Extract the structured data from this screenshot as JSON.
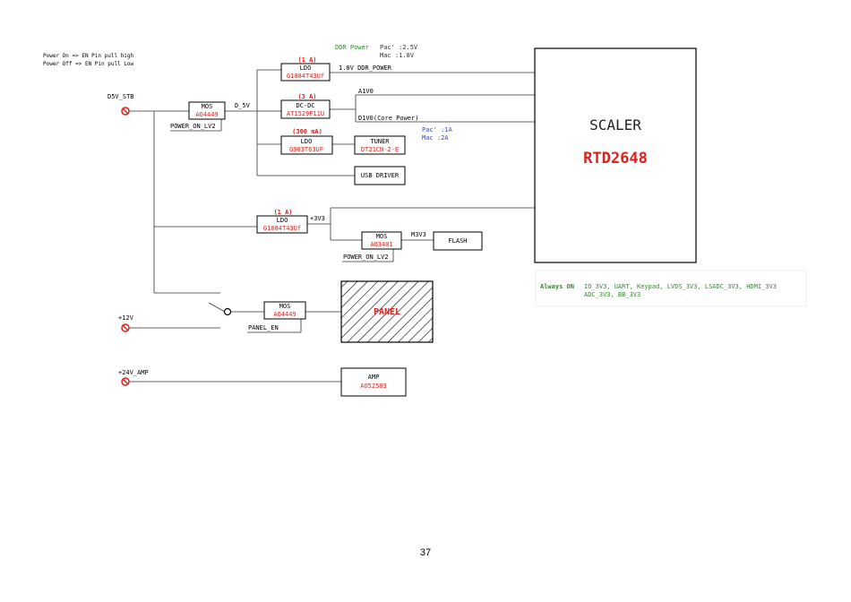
{
  "notes": {
    "power_on": "Power On => EN Pin pull high",
    "power_off": "Power Off => EN Pin pull Low"
  },
  "rails": {
    "d5v_stb": "D5V_STB",
    "d_5v": "D_5V",
    "p12v": "+12V",
    "p24v_amp": "+24V_AMP",
    "p3v3": "+3V3",
    "m3v3": "M3V3",
    "a1v0": "A1V0",
    "d1v0": "D1V0(Core Power)",
    "ddr_power_net": "1.8V DDR_POWER"
  },
  "ddr_note": {
    "label": "DDR Power",
    "line1": "Pac' :2.5V",
    "line2": "Mac :1.8V"
  },
  "core_note": {
    "line1": "Pac' :1A",
    "line2": "Mac :2A"
  },
  "blocks": {
    "mos_main": {
      "title": "MOS",
      "part": "AO4449",
      "enable": "POWER_ON_LV2"
    },
    "ldo_ddr": {
      "current": "(1 A)",
      "title": "LDO",
      "part": "G1084T43Uf"
    },
    "dcdc": {
      "current": "(3 A)",
      "title": "DC-DC",
      "part": "AT1529F11U"
    },
    "ldo_tuner": {
      "current": "(300 mA)",
      "title": "LDO",
      "part": "G903T63UF"
    },
    "tuner": {
      "title": "TUNER",
      "part": "DT21CN-2-E"
    },
    "usb": {
      "title": "USB DRIVER"
    },
    "ldo_3v3": {
      "current": "(1 A)",
      "title": "LDO",
      "part": "G1084T43Uf"
    },
    "mos_flash": {
      "title": "MOS",
      "part": "AO3401",
      "enable": "POWER_ON_LV2"
    },
    "flash": {
      "title": "FLASH"
    },
    "mos_panel": {
      "title": "MOS",
      "part": "AO4449",
      "enable": "PANEL_EN"
    },
    "panel": {
      "title": "PANEL"
    },
    "amp": {
      "title": "AMP",
      "part": "AO52583"
    }
  },
  "scaler": {
    "title": "SCALER",
    "part": "RTD2648"
  },
  "always_on": {
    "label": "Always ON",
    "line1": "IO_3V3, UART, Keypad, LVDS_3V3, LSADC_3V3, HDMI_3V3",
    "line2": "ADC_3V3, BB_3V3"
  },
  "page_number": "37",
  "colors": {
    "red": "#e0201c",
    "green": "#2e8b2e",
    "blue": "#3b49b8"
  }
}
